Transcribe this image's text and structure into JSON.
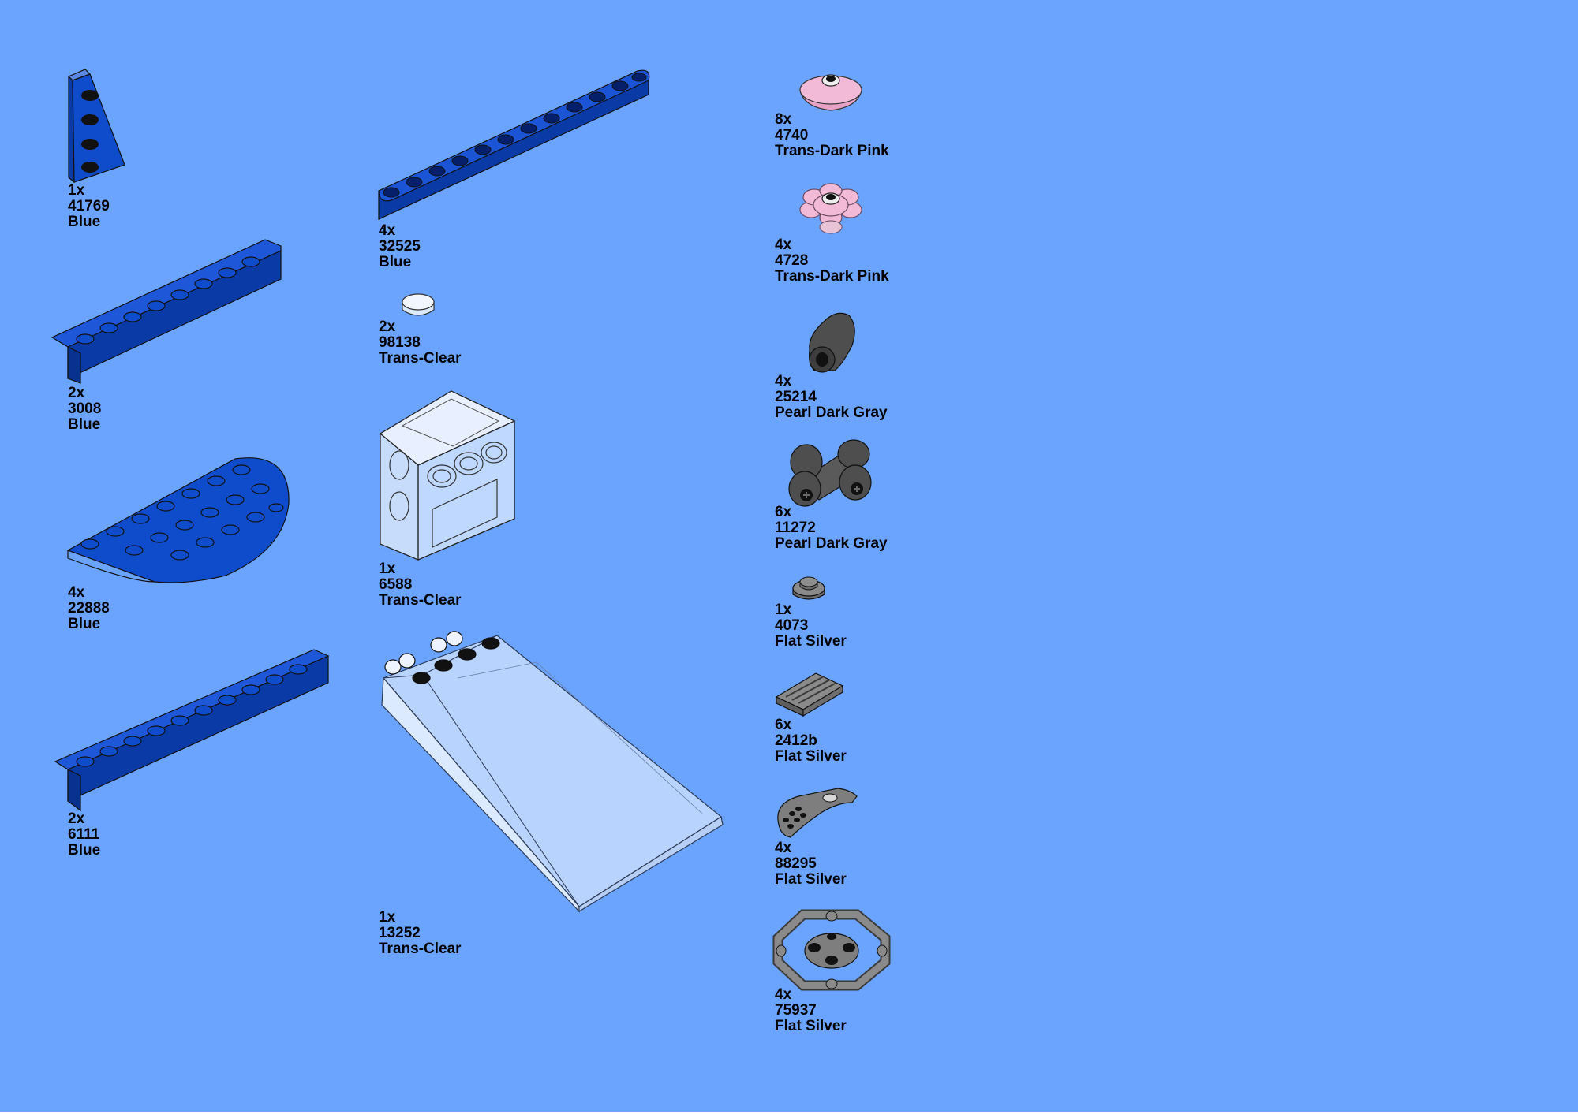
{
  "theme": {
    "background": "#6ba4ff",
    "blue_part": "#0f4ccb",
    "trans_clear_part": "#dbeaff",
    "trans_dark_pink_part": "#f3bad8",
    "pearl_dark_gray_part": "#4e4e4e",
    "flat_silver_part": "#7e7e7e"
  },
  "parts": [
    {
      "qty": "1x",
      "number": "41769",
      "color": "Blue",
      "icon": "wedge-plate-icon"
    },
    {
      "qty": "2x",
      "number": "3008",
      "color": "Blue",
      "icon": "brick-1x8-icon"
    },
    {
      "qty": "4x",
      "number": "22888",
      "color": "Blue",
      "icon": "round-plate-icon"
    },
    {
      "qty": "2x",
      "number": "6111",
      "color": "Blue",
      "icon": "brick-1x10-icon"
    },
    {
      "qty": "4x",
      "number": "32525",
      "color": "Blue",
      "icon": "technic-beam-icon"
    },
    {
      "qty": "2x",
      "number": "98138",
      "color": "Trans-Clear",
      "icon": "round-tile-icon"
    },
    {
      "qty": "1x",
      "number": "6588",
      "color": "Trans-Clear",
      "icon": "gearbox-icon"
    },
    {
      "qty": "1x",
      "number": "13252",
      "color": "Trans-Clear",
      "icon": "windscreen-icon"
    },
    {
      "qty": "8x",
      "number": "4740",
      "color": "Trans-Dark Pink",
      "icon": "dish-icon"
    },
    {
      "qty": "4x",
      "number": "4728",
      "color": "Trans-Dark Pink",
      "icon": "flower-icon"
    },
    {
      "qty": "4x",
      "number": "25214",
      "color": "Pearl Dark Gray",
      "icon": "elbow-icon"
    },
    {
      "qty": "6x",
      "number": "11272",
      "color": "Pearl Dark Gray",
      "icon": "wheel-holder-icon"
    },
    {
      "qty": "1x",
      "number": "4073",
      "color": "Flat Silver",
      "icon": "round-plate-1x1-icon"
    },
    {
      "qty": "6x",
      "number": "2412b",
      "color": "Flat Silver",
      "icon": "grille-tile-icon"
    },
    {
      "qty": "4x",
      "number": "88295",
      "color": "Flat Silver",
      "icon": "bar-holder-icon"
    },
    {
      "qty": "4x",
      "number": "75937",
      "color": "Flat Silver",
      "icon": "octagonal-wheel-icon"
    }
  ]
}
